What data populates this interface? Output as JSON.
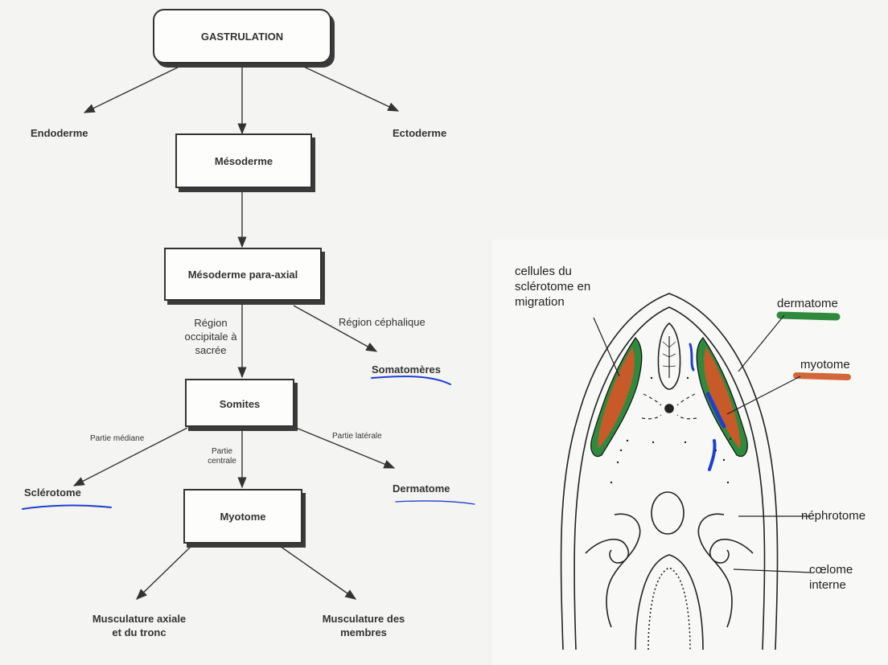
{
  "flowchart": {
    "gastrulation": "GASTRULATION",
    "endoderme": "Endoderme",
    "ectoderme": "Ectoderme",
    "mesoderme": "Mésoderme",
    "mesoderme_para_axial": "Mésoderme para-axial",
    "region_occipitale": "Région occipitale à sacrée",
    "region_cephalique": "Région céphalique",
    "somatomeres": "Somatomères",
    "somites": "Somites",
    "partie_mediane": "Partie médiane",
    "partie_centrale": "Partie centrale",
    "partie_laterale": "Partie latérale",
    "sclerotome": "Sclérotome",
    "dermatome": "Dermatome",
    "myotome": "Myotome",
    "musculature_axiale": "Musculature axiale et du tronc",
    "musculature_membres": "Musculature des membres"
  },
  "illustration": {
    "cellules_sclerotome": "cellules du sclérotome en migration",
    "dermatome": "dermatome",
    "myotome": "myotome",
    "nephrotome": "néphrotome",
    "coelome_interne": "cœlome interne"
  },
  "colors": {
    "dermatome": "#2f8a3e",
    "myotome": "#c85a2a",
    "pen_blue": "#1f3fd1"
  }
}
